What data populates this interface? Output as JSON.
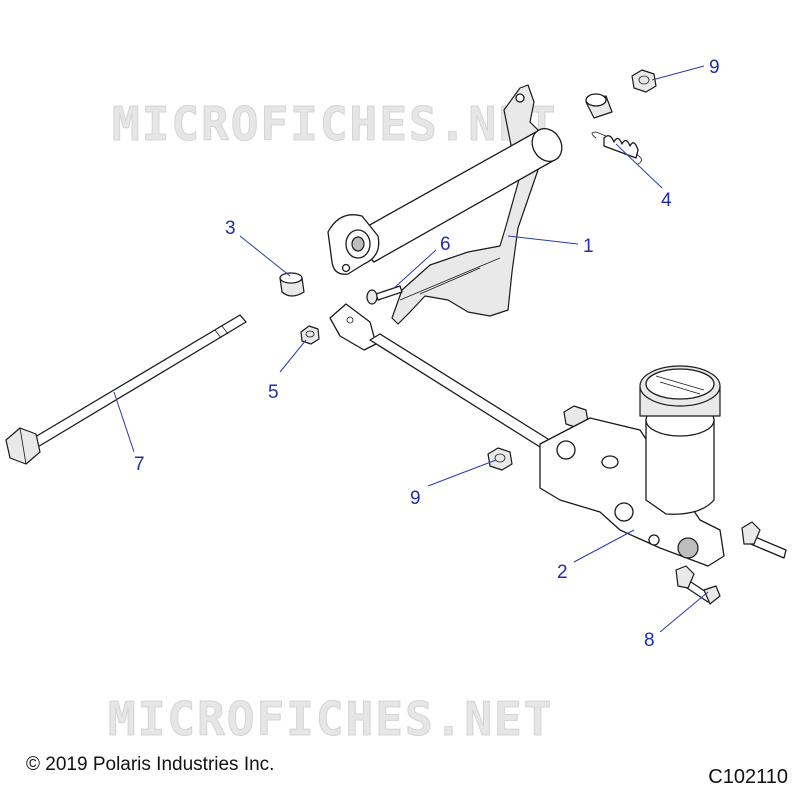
{
  "watermark": {
    "text": "MICROFICHES.NET"
  },
  "footer": {
    "copyright": "© 2019 Polaris Industries Inc.",
    "drawing_code": "C102110"
  },
  "callouts": {
    "pedal_arm": "1",
    "master_cylinder": "2",
    "bushing": "3",
    "spring": "4",
    "nut_small": "5",
    "clevis_pin": "6",
    "pivot_bolt": "7",
    "mount_bolt": "8",
    "nut_top": "9",
    "nut_lower": "9"
  }
}
